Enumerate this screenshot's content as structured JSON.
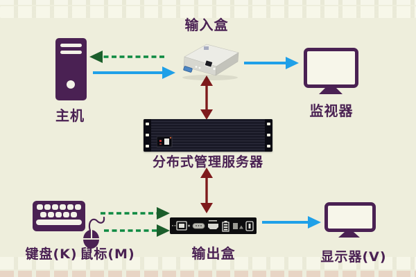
{
  "colors": {
    "background": "#eeeedc",
    "device_purple": "#4a2153",
    "arrow_blue": "#1fa0e8",
    "arrow_green": "#0e8a42",
    "arrow_green_head": "#1b5e2b",
    "arrow_red": "#7e1a1c",
    "server_dark": "#171720",
    "output_dark": "#0d0d0f"
  },
  "nodes": {
    "host": {
      "label": "主机"
    },
    "input_box": {
      "label": "输入盒"
    },
    "monitor": {
      "label": "监视器"
    },
    "server": {
      "label": "分布式管理服务器"
    },
    "keyboard": {
      "label": "键盘(K)"
    },
    "mouse": {
      "label": "鼠标(M)"
    },
    "output_box": {
      "label": "输出盒"
    },
    "display": {
      "label": "显示器(V)"
    }
  },
  "connections": [
    {
      "from": "输入盒",
      "to": "主机",
      "type": "green-dashed-arrow"
    },
    {
      "from": "主机",
      "to": "输入盒",
      "type": "blue-arrow"
    },
    {
      "from": "输入盒",
      "to": "监视器",
      "type": "blue-arrow"
    },
    {
      "from": "输入盒",
      "to": "分布式管理服务器",
      "type": "red-double-arrow"
    },
    {
      "from": "分布式管理服务器",
      "to": "输出盒",
      "type": "red-double-arrow"
    },
    {
      "from": "键盘(K)",
      "to": "输出盒",
      "type": "green-dashed-arrow"
    },
    {
      "from": "鼠标(M)",
      "to": "输出盒",
      "type": "green-dashed-arrow"
    },
    {
      "from": "输出盒",
      "to": "显示器(V)",
      "type": "blue-arrow"
    }
  ]
}
